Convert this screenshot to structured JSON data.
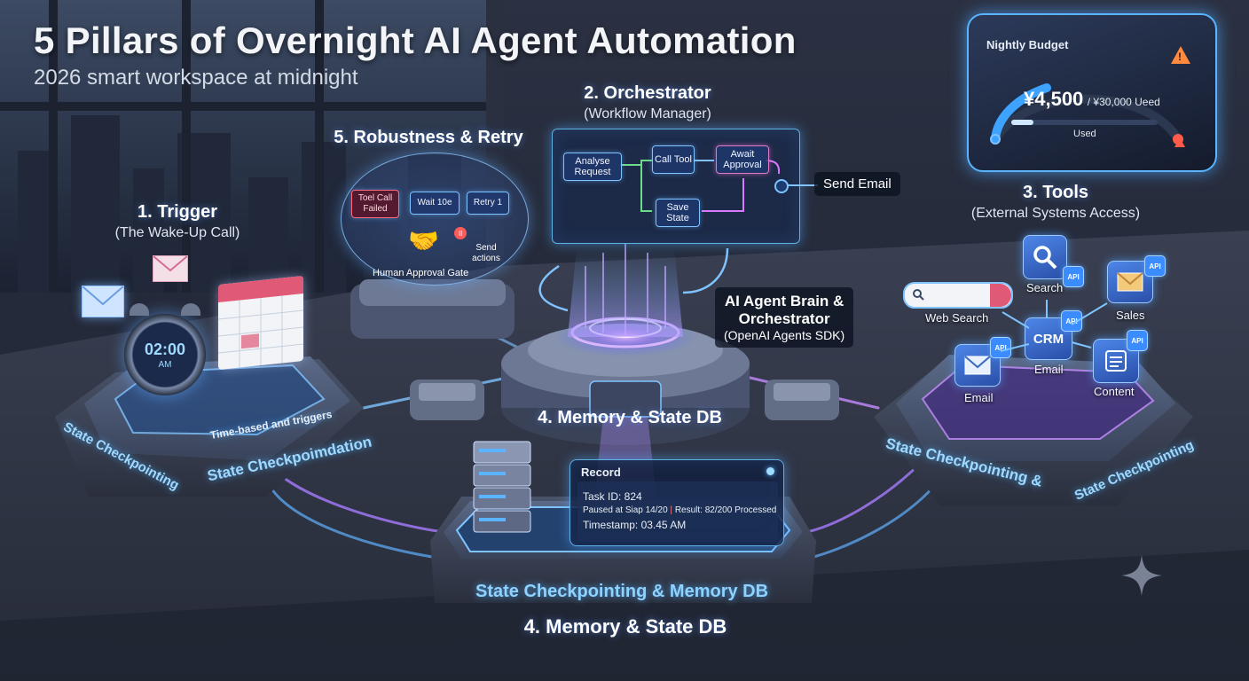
{
  "header": {
    "title": "5 Pillars of Overnight AI Agent Automation",
    "subtitle": "2026 smart workspace at midnight"
  },
  "budget": {
    "title": "Nightly Budget",
    "amount": "¥4,500",
    "limit_text": "/ ¥30,000 Ueed",
    "used_label": "Used",
    "progress": 0.15
  },
  "pillar_trigger": {
    "title": "1. Trigger",
    "subtitle": "(The Wake-Up Call)",
    "clock_time": "02:00",
    "clock_am": "AM",
    "clock_side": "am",
    "platform_text_top": "Time-based and triggers",
    "platform_text_front": "State Checkpoimdation",
    "platform_text_side": "State Checkpointing"
  },
  "pillar_orchestrator": {
    "title": "2. Orchestrator",
    "subtitle": "(Workflow Manager)",
    "nodes": {
      "analyse": "Analyse Request",
      "call_tool": "Call Tool",
      "await": "Await Approval",
      "save": "Save State"
    },
    "send_email": "Send Email"
  },
  "pillar_tools": {
    "title": "3. Tools",
    "subtitle": "(External Systems Access)",
    "search_label": "Search",
    "web_search_label": "Web Search",
    "sales_label": "Sales",
    "crm_label": "CRM",
    "email_center_label": "Email",
    "email_label": "Email",
    "content_label": "Content",
    "api_badge": "API",
    "platform_text_front": "State Checkpointing &",
    "platform_text_side": "State Checkpointing"
  },
  "pillar_memory": {
    "title_center": "4. Memory & State DB",
    "title_bottom": "4. Memory & State DB",
    "platform_text": "State Checkpointing & Memory DB",
    "record": {
      "header": "Record",
      "task": "Task ID: 824",
      "paused": "Paused at Siap 14/20",
      "result": "Result: 82/200 Processed",
      "timestamp": "Timestamp: 03.45 AM"
    }
  },
  "pillar_retry": {
    "title": "5. Robustness & Retry",
    "failed": "Toel Call Failed",
    "wait": "Wait 10e",
    "retry": "Retry 1",
    "send_actions": "Send actions",
    "gate": "Human Approval Gate"
  },
  "brain": {
    "line1": "AI Agent Brain &",
    "line2": "Orchestrator",
    "line3": "(OpenAI Agents SDK)"
  },
  "icons": [
    "warning-icon",
    "envelope-icon",
    "alarm-clock-icon",
    "calendar-icon",
    "handshake-icon",
    "search-icon",
    "database-icon",
    "sparkle-icon",
    "pause-icon"
  ],
  "colors": {
    "accent_blue": "#5ab4ff",
    "accent_pink": "#e07ac8",
    "warning": "#ff8a3d",
    "background": "#1a1f2e"
  }
}
